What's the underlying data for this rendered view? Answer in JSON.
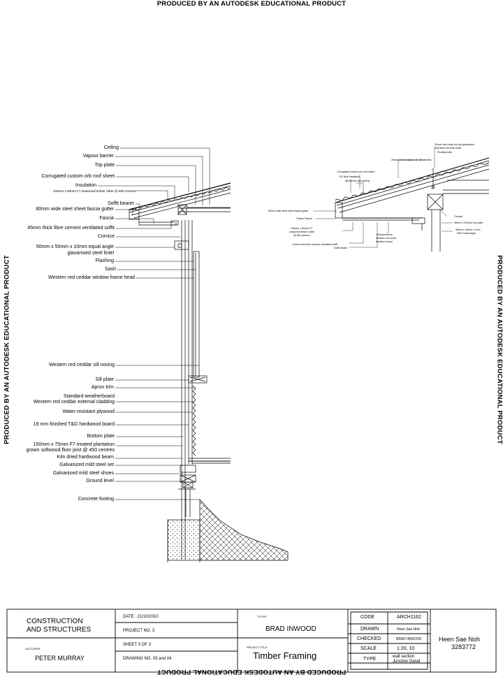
{
  "watermark": "PRODUCED BY AN AUTODESK EDUCATIONAL PRODUCT",
  "main_labels": [
    "Ceiling",
    "Vapour barrier",
    "Top plate",
    "Corrugated custom orb roof sheet",
    "Insulation",
    "100mm x 50mm F7 seasoned timber rafter @ 600 centres",
    "Soffit bearer",
    "80mm wide steel sheet fascia gutter",
    "Fascia",
    "45mm thick fibre cement ventilated soffit",
    "Cornice",
    "50mm x 50mm x 10mm equal angle",
    "glavanised steel lintel",
    "Flashing",
    "Sash",
    "Western red ceddar window frame head",
    "Western red ceddar sill nosing",
    "Sill plate",
    "Apron trim",
    "Standard weatherboard",
    "Western red ceddar external cladding",
    "Water resistant plywood",
    "19 mm finished T&G hardwood board",
    "Bottom plate",
    "150mm x 75mm F7 treated plantation",
    "grown softwood floor joist @ 450 centres",
    "Kiln dried hardwood beam",
    "Galvanized mild steel set",
    "Galvanized mild steel shoes",
    "Ground level",
    "Concrete footing"
  ],
  "detail_labels": [
    "32mm Hex Head hot dip galvanised",
    "mild steel set flush bolts",
    "Roofing bolts",
    "20mmx20mm Batten @ 300 centres",
    "Corrugated custom orb roof sheet",
    "R2 Bulk Insulation",
    "Aluminium foil sarking",
    "80mm wide steel sheet fascia gutter",
    "Timber Fascia",
    "Cornice",
    "90mm x 100mm Top plate",
    "100mm x 50mm F7",
    "seasoned timber rafter",
    "@ 600 centres",
    "35mm x 35mm x 7mm",
    "SMT metal angle",
    "100mmx50mm",
    "Western red cedar",
    "Weather board",
    "4.5mm thick fibre cement ventilated soffit",
    "Soffit bearer"
  ],
  "title_block": {
    "course": "CONSTRUCTION\nAND STRUCTURES",
    "lecturer_caption": "LECTURER",
    "lecturer": "PETER MURRAY",
    "date": "DATE : 21/10/2010",
    "project_no": "PROJECT NO. 3",
    "sheet": "SHEET 3 OF 3",
    "drawing_no": "DRAWING NO. 03 and 04",
    "tutor_caption": "TUTOR:",
    "tutor": "BRAD INWOOD",
    "project_title_caption": "PROJECT TITLE:",
    "project_title": "Timber Framing",
    "code_label": "CODE",
    "code": "ARCH1162",
    "drawn_label": "DRAWN",
    "drawn": "Heen Sae Noh",
    "checked_label": "CHECKED",
    "checked": "BRAD INWOOD",
    "scale_label": "SCALE",
    "scale": "1:20, 10",
    "type_label": "TYPE",
    "type_1": "wall section",
    "type_2": "Junction Detail",
    "student_name": "Heen Sae Noh",
    "student_id": "3283772"
  }
}
